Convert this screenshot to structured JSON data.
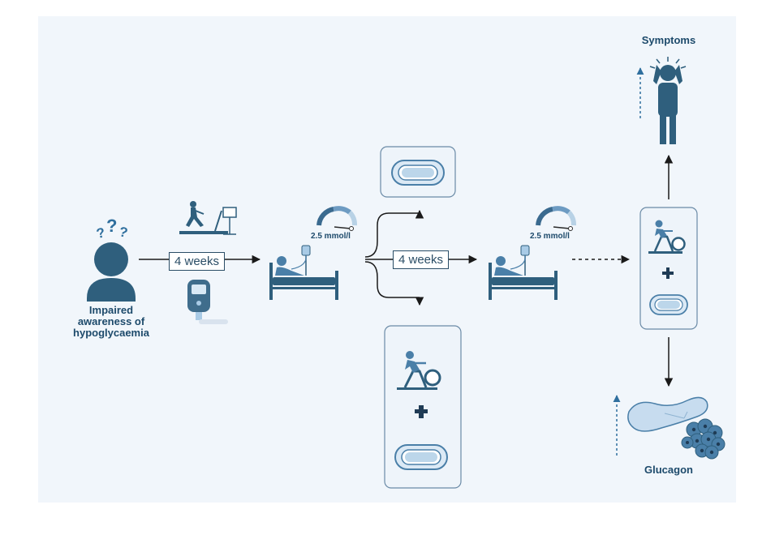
{
  "labels": {
    "impaired": "Impaired awareness of hypoglycaemia",
    "weeks_1": "4 weeks",
    "weeks_2": "4 weeks",
    "glucose_1": "2.5 mmol/l",
    "glucose_2": "2.5 mmol/l",
    "symptoms": "Symptoms",
    "glucagon": "Glucagon"
  },
  "icons": {
    "confused": "question-marks-icon",
    "person": "person-icon",
    "treadmill": "treadmill-test-icon",
    "glucometer": "glucometer-icon",
    "bed": "hospital-bed-patient-icon",
    "gauge": "glucose-gauge-icon",
    "cgm": "cgm-sensor-icon",
    "bike": "exercise-bike-icon",
    "plus": "plus-icon",
    "stressed": "stressed-person-icon",
    "pancreas": "pancreas-icon",
    "up_arrow": "dashed-up-arrow-icon"
  },
  "colors": {
    "background": "#f1f6fb",
    "dark_blue": "#2f5f7d",
    "mid_blue": "#4a7fa8",
    "light_blue": "#a9cbe6",
    "text": "#1d4a6b"
  }
}
